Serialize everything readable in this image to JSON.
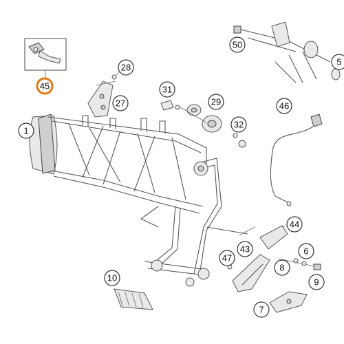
{
  "callouts": [
    {
      "id": "c1",
      "label": "1"
    },
    {
      "id": "c6",
      "label": "6"
    },
    {
      "id": "c7",
      "label": "7"
    },
    {
      "id": "c8",
      "label": "8"
    },
    {
      "id": "c9",
      "label": "9"
    },
    {
      "id": "c10",
      "label": "10"
    },
    {
      "id": "c27",
      "label": "27"
    },
    {
      "id": "c28",
      "label": "28"
    },
    {
      "id": "c29",
      "label": "29"
    },
    {
      "id": "c31",
      "label": "31"
    },
    {
      "id": "c32",
      "label": "32"
    },
    {
      "id": "c43",
      "label": "43"
    },
    {
      "id": "c44",
      "label": "44"
    },
    {
      "id": "c45",
      "label": "45",
      "highlighted": true
    },
    {
      "id": "c46",
      "label": "46"
    },
    {
      "id": "c47",
      "label": "47"
    },
    {
      "id": "c50",
      "label": "50"
    },
    {
      "id": "c5",
      "label": "5"
    }
  ],
  "colors": {
    "highlight": "#e07a10",
    "line": "#555555",
    "background": "#ffffff"
  }
}
